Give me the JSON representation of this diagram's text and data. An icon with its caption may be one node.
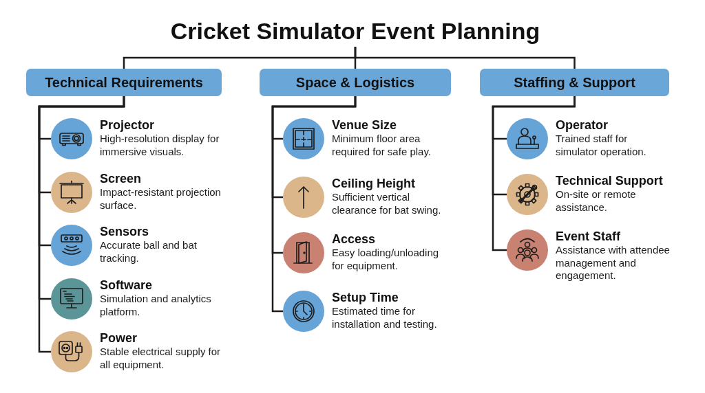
{
  "diagram": {
    "nodes": [
      {
        "text": [
          "Cricket Simulator Event Planning"
        ]
      },
      {
        "text": [
          "Technical Requirements"
        ]
      },
      {
        "text": [
          "Projector",
          "High-resolution display for immersive visuals."
        ]
      },
      {
        "text": [
          "Screen",
          "Impact-resistant projection surface."
        ]
      },
      {
        "text": [
          "Sensors",
          "Accurate ball and bat tracking."
        ]
      },
      {
        "text": [
          "Software",
          "Simulation and analytics platform."
        ]
      },
      {
        "text": [
          "Power",
          "Stable electrical supply for all equipment."
        ]
      },
      {
        "text": [
          "Space & Logistics"
        ]
      },
      {
        "text": [
          "Venue Size",
          "Minimum floor area required for safe play."
        ]
      },
      {
        "text": [
          "Ceiling Height",
          "Sufficient vertical clearance for bat swing."
        ]
      },
      {
        "text": [
          "Access",
          "Easy loading/unloading for equipment."
        ]
      },
      {
        "text": [
          "Setup Time",
          "Estimated time for installation and testing."
        ]
      },
      {
        "text": [
          "Staffing & Support"
        ]
      },
      {
        "text": [
          "Operator",
          "Trained staff for simulator operation."
        ]
      },
      {
        "text": [
          "Technical Support",
          "On-site or remote assistance."
        ]
      },
      {
        "text": [
          "Event Staff",
          "Assistance with attendee management and engagement."
        ]
      }
    ],
    "edges": [
      {
        "from": 0,
        "to": 1,
        "arrow": "none"
      },
      {
        "from": 0,
        "to": 7,
        "arrow": "none"
      },
      {
        "from": 0,
        "to": 12,
        "arrow": "none"
      },
      {
        "from": 1,
        "to": 2,
        "arrow": "none"
      },
      {
        "from": 1,
        "to": 3,
        "arrow": "none"
      },
      {
        "from": 1,
        "to": 4,
        "arrow": "none"
      },
      {
        "from": 1,
        "to": 5,
        "arrow": "none"
      },
      {
        "from": 1,
        "to": 6,
        "arrow": "none"
      },
      {
        "from": 7,
        "to": 8,
        "arrow": "none"
      },
      {
        "from": 7,
        "to": 9,
        "arrow": "none"
      },
      {
        "from": 7,
        "to": 10,
        "arrow": "none"
      },
      {
        "from": 7,
        "to": 11,
        "arrow": "none"
      },
      {
        "from": 12,
        "to": 13,
        "arrow": "none"
      },
      {
        "from": 12,
        "to": 14,
        "arrow": "none"
      },
      {
        "from": 12,
        "to": 15,
        "arrow": "none"
      }
    ]
  }
}
